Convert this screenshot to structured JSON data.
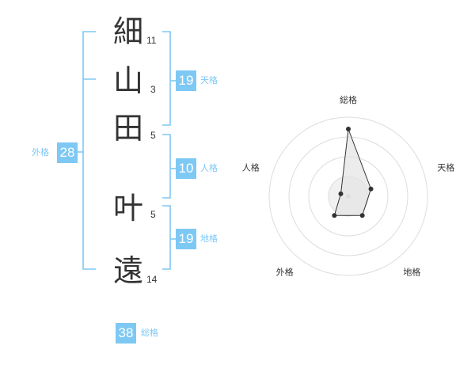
{
  "name": {
    "characters": [
      {
        "char": "細",
        "strokes": "11"
      },
      {
        "char": "山",
        "strokes": "3"
      },
      {
        "char": "田",
        "strokes": "5"
      },
      {
        "char": "叶",
        "strokes": "5"
      },
      {
        "char": "遠",
        "strokes": "14"
      }
    ]
  },
  "scores": {
    "gaikaku": {
      "value": "28",
      "label": "外格"
    },
    "tenkaku": {
      "value": "19",
      "label": "天格"
    },
    "jinkaku": {
      "value": "10",
      "label": "人格"
    },
    "chikaku": {
      "value": "19",
      "label": "地格"
    },
    "soukaku": {
      "value": "38",
      "label": "総格"
    }
  },
  "radar": {
    "axes": [
      "総格",
      "天格",
      "地格",
      "外格",
      "人格"
    ],
    "levels": 4,
    "max": 4,
    "values": [
      3.4,
      1.2,
      1.2,
      1.2,
      0.4
    ]
  },
  "colors": {
    "accent": "#7ec8f4",
    "bracket": "#7ec8f4",
    "grid": "#dddddd",
    "polygon_fill": "#e4e4e4",
    "polygon_stroke": "#333333"
  }
}
